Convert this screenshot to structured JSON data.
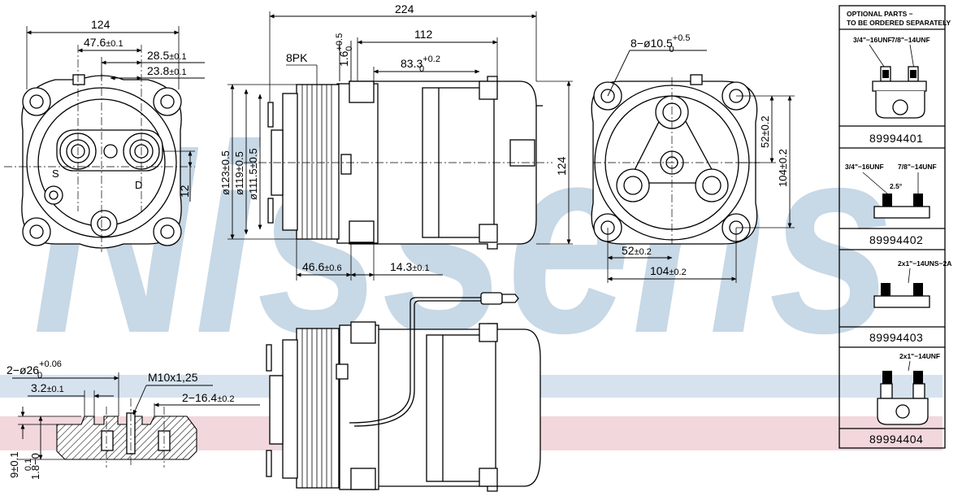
{
  "brand_watermark": "Nissens",
  "colors": {
    "watermark_blue": "#c7d8e6",
    "band_pink": "#f2d7dc",
    "band_blue": "#d6e3ef",
    "line": "#000000"
  },
  "dimensions": {
    "front": {
      "width": "124",
      "d1": "47.6",
      "d1_tol": "±0.1",
      "d2": "28.5",
      "d2_tol": "±0.1",
      "d3": "23.8",
      "d3_tol": "±0.1",
      "h12": "12",
      "port_s": "S",
      "port_d": "D"
    },
    "side": {
      "length": "224",
      "l112": "112",
      "l83": "83.3",
      "l83_sup": "+0.2",
      "l83_sub": "0",
      "l16": "1.6",
      "l16_sup": "+0.5",
      "l16_sub": "0",
      "belt": "8PK",
      "dia123": "ø123±0.5",
      "dia119": "ø119±0.5",
      "dia111": "ø111.5±0.5",
      "h124": "124",
      "l46": "46.6",
      "l46_tol": "±0.6",
      "l14": "14.3",
      "l14_tol": "±0.1"
    },
    "rear": {
      "holes": "8−ø10.5",
      "holes_sup": "+0.5",
      "holes_sub": "0",
      "v52": "52±0.2",
      "v104": "104±0.2",
      "h52": "52",
      "h52_tol": "±0.2",
      "h104": "104",
      "h104_tol": "±0.2"
    },
    "section": {
      "holes": "2−ø26",
      "holes_sup": "+0.06",
      "holes_sub": "0",
      "l32": "3.2",
      "l32_tol": "±0.1",
      "thread": "M10x1,25",
      "l164": "2−16.4",
      "l164_tol": "±0.2",
      "v9": "9±0.1",
      "v18": "1.8−0",
      "v18_sub": "0.1"
    }
  },
  "optional_parts": {
    "header_line1": "OPTIONAL PARTS −",
    "header_line2": "TO BE ORDERED SEPARATELY",
    "parts": [
      {
        "label_a": "3/4\"−16UNF",
        "label_b": "7/8\"−14UNF",
        "part_no": "89994401"
      },
      {
        "label_a": "3/4\"−16UNF",
        "label_b": "7/8\"−14UNF",
        "angle": "2.5°",
        "part_no": "89994402"
      },
      {
        "label_a": "2x1\"−14UNS−2A",
        "part_no": "89994403"
      },
      {
        "label_a": "2x1\"−14UNF",
        "part_no": "89994404"
      }
    ]
  }
}
